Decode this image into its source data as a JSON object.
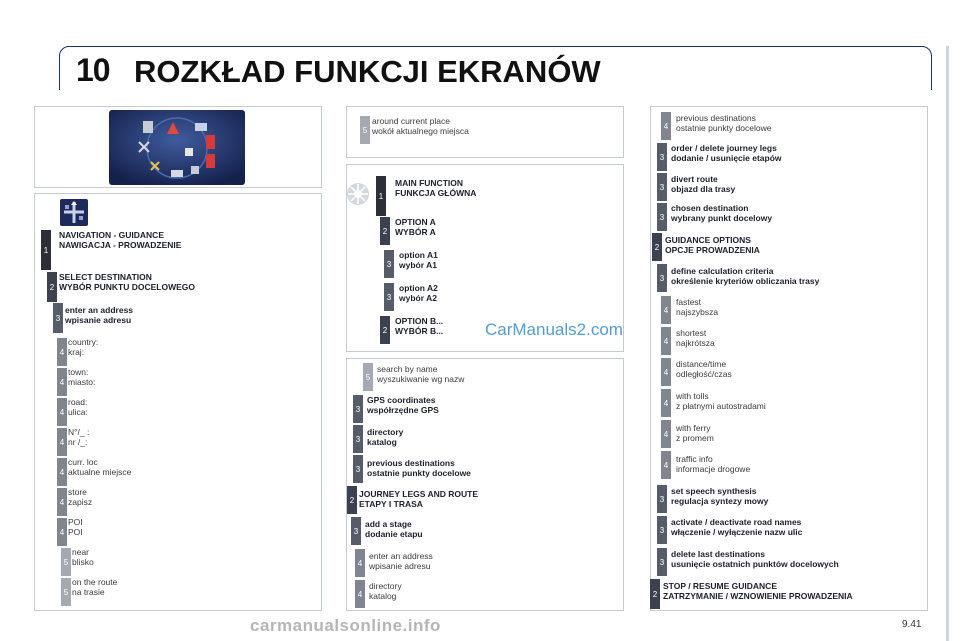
{
  "header": {
    "chapter": "10",
    "title": "ROZKŁAD FUNKCJI EKRANÓW"
  },
  "page_number": "9.41",
  "watermark": "CarManuals2.com",
  "footer_watermark": "carmanualsonline.info",
  "left": {
    "items": [
      {
        "level": "1",
        "bold": true,
        "line1": "NAVIGATION - GUIDANCE",
        "line2": "NAWIGACJA - PROWADZENIE"
      },
      {
        "level": "2",
        "bold": true,
        "line1": "SELECT DESTINATION",
        "line2": "WYBÓR PUNKTU DOCELOWEGO"
      },
      {
        "level": "3",
        "bold": true,
        "line1": "enter an address",
        "line2": "wpisanie adresu"
      },
      {
        "level": "4",
        "bold": false,
        "line1": "country:",
        "line2": "kraj:"
      },
      {
        "level": "4",
        "bold": false,
        "line1": "town:",
        "line2": "miasto:"
      },
      {
        "level": "4",
        "bold": false,
        "line1": "road:",
        "line2": "ulica:"
      },
      {
        "level": "4",
        "bold": false,
        "line1": "N°/_ :",
        "line2": "nr /_:"
      },
      {
        "level": "4",
        "bold": false,
        "line1": "curr. loc",
        "line2": "aktualne miejsce"
      },
      {
        "level": "4",
        "bold": false,
        "line1": "store",
        "line2": "zapisz"
      },
      {
        "level": "4",
        "bold": false,
        "line1": "POI",
        "line2": "POI"
      },
      {
        "level": "5",
        "bold": false,
        "line1": "near",
        "line2": "blisko"
      },
      {
        "level": "5",
        "bold": false,
        "line1": "on the route",
        "line2": "na trasie"
      }
    ]
  },
  "middle_top": {
    "level": "5",
    "line1": "around current place",
    "line2": "wokół aktualnego miejsca"
  },
  "middle_legend": {
    "items": [
      {
        "level": "1",
        "line1": "MAIN FUNCTION",
        "line2": "FUNKCJA GŁÓWNA"
      },
      {
        "level": "2",
        "line1": "OPTION A",
        "line2": "WYBÓR A"
      },
      {
        "level": "3",
        "line1": "option A1",
        "line2": "wybór A1"
      },
      {
        "level": "3",
        "line1": "option A2",
        "line2": "wybór A2"
      },
      {
        "level": "2",
        "line1": "OPTION B...",
        "line2": "WYBÓR B..."
      }
    ]
  },
  "middle_bottom": {
    "items": [
      {
        "level": "5",
        "bold": false,
        "line1": "search by name",
        "line2": "wyszukiwanie wg nazw"
      },
      {
        "level": "3",
        "bold": true,
        "line1": "GPS coordinates",
        "line2": "współrzędne GPS"
      },
      {
        "level": "3",
        "bold": true,
        "line1": "directory",
        "line2": "katalog"
      },
      {
        "level": "3",
        "bold": true,
        "line1": "previous destinations",
        "line2": "ostatnie punkty docelowe"
      },
      {
        "level": "2",
        "bold": true,
        "line1": "JOURNEY LEGS AND ROUTE",
        "line2": "ETAPY I TRASA"
      },
      {
        "level": "3",
        "bold": true,
        "line1": "add a stage",
        "line2": "dodanie etapu"
      },
      {
        "level": "4",
        "bold": false,
        "line1": "enter an address",
        "line2": "wpisanie adresu"
      },
      {
        "level": "4",
        "bold": false,
        "line1": "directory",
        "line2": "katalog"
      }
    ]
  },
  "right": {
    "items": [
      {
        "level": "4",
        "bold": false,
        "line1": "previous destinations",
        "line2": "ostatnie punkty docelowe"
      },
      {
        "level": "3",
        "bold": true,
        "line1": "order / delete journey legs",
        "line2": "dodanie / usunięcie etapów"
      },
      {
        "level": "3",
        "bold": true,
        "line1": "divert route",
        "line2": "objazd dla trasy"
      },
      {
        "level": "3",
        "bold": true,
        "line1": "chosen destination",
        "line2": "wybrany punkt docelowy"
      },
      {
        "level": "2",
        "bold": true,
        "line1": "GUIDANCE OPTIONS",
        "line2": "OPCJE PROWADZENIA"
      },
      {
        "level": "3",
        "bold": true,
        "line1": "define calculation criteria",
        "line2": "określenie kryteriów obliczania trasy"
      },
      {
        "level": "4",
        "bold": false,
        "line1": "fastest",
        "line2": "najszybsza"
      },
      {
        "level": "4",
        "bold": false,
        "line1": "shortest",
        "line2": "najkrótsza"
      },
      {
        "level": "4",
        "bold": false,
        "line1": "distance/time",
        "line2": "odległość/czas"
      },
      {
        "level": "4",
        "bold": false,
        "line1": "with tolls",
        "line2": "z płatnymi autostradami"
      },
      {
        "level": "4",
        "bold": false,
        "line1": "with ferry",
        "line2": "z promem"
      },
      {
        "level": "4",
        "bold": false,
        "line1": "traffic info",
        "line2": "informacje drogowe"
      },
      {
        "level": "3",
        "bold": true,
        "line1": "set speech synthesis",
        "line2": "regulacja syntezy mowy"
      },
      {
        "level": "3",
        "bold": true,
        "line1": "activate / deactivate road names",
        "line2": "włączenie / wyłączenie nazw ulic"
      },
      {
        "level": "3",
        "bold": true,
        "line1": "delete last destinations",
        "line2": "usunięcie ostatnich punktów docelowych"
      },
      {
        "level": "2",
        "bold": true,
        "line1": "STOP / RESUME GUIDANCE",
        "line2": "ZATRZYMANIE / WZNOWIENIE PROWADZENIA"
      }
    ]
  },
  "icons": [
    "navigation-menu-screen-icon",
    "navigation-icon",
    "main-function-icon"
  ],
  "colors": {
    "frame": "#1b2f63",
    "panel_border": "#c6cad4",
    "screen_bg": "#1e2a5c",
    "watermark": "#3e92d8"
  }
}
